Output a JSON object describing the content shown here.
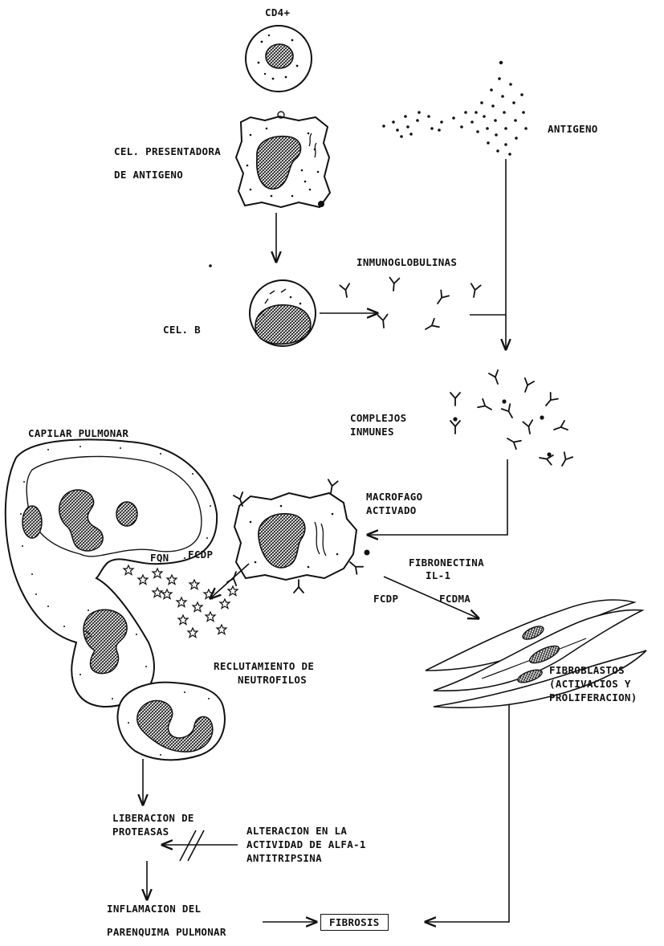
{
  "labels": {
    "cd4": "CD4+",
    "apc_line1": "CEL. PRESENTADORA",
    "apc_line2": "DE ANTIGENO",
    "antigen": "ANTIGENO",
    "immunoglobulins": "INMUNOGLOBULINAS",
    "b_cell": "CEL. B",
    "immune_complexes_line1": "COMPLEJOS",
    "immune_complexes_line2": "INMUNES",
    "pulmonary_capillary": "CAPILAR PULMONAR",
    "macrophage_line1": "MACROFAGO",
    "macrophage_line2": "ACTIVADO",
    "fcdp_left": "FCDP",
    "fqn": "FQN",
    "fibronectin": "FIBRONECTINA",
    "il1": "IL-1",
    "fcdp_right": "FCDP",
    "fcdma": "FCDMA",
    "recruitment_line1": "RECLUTAMIENTO DE",
    "recruitment_line2": "NEUTROFILOS",
    "fibroblasts_line1": "FIBROBLASTOS",
    "fibroblasts_line2": "(ACTIVACIOS Y",
    "fibroblasts_line3": "PROLIFERACION)",
    "protease_line1": "LIBERACION DE",
    "protease_line2": "PROTEASAS",
    "alpha1_line1": "ALTERACION EN LA",
    "alpha1_line2": "ACTIVIDAD DE ALFA-1",
    "alpha1_line3": "ANTITRIPSINA",
    "inflammation_line1": "INFLAMACION DEL",
    "inflammation_line2": "PARENQUIMA PULMONAR",
    "fibrosis": "FIBROSIS"
  }
}
